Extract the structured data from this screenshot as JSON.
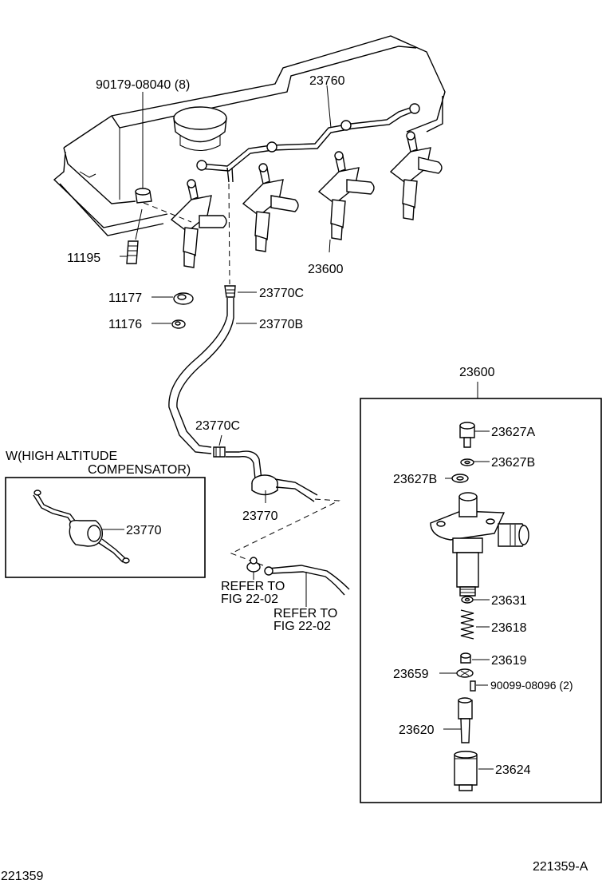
{
  "diagram": {
    "labels": {
      "bolt_8": "90179-08040 (8)",
      "pipe_23760": "23760",
      "stud_11195": "11195",
      "injector_23600": "23600",
      "gasket_11177": "11177",
      "gasket_11176": "11176",
      "clamp_23770c_top": "23770C",
      "hose_23770b": "23770B",
      "clamp_23770c_mid": "23770C",
      "compensator_23770": "23770",
      "w_line1": "W(HIGH ALTITUDE",
      "w_line2": "COMPENSATOR)",
      "w_compensator": "23770",
      "refer1_line1": "REFER TO",
      "refer1_line2": "FIG 22-02",
      "refer2_line1": "REFER TO",
      "refer2_line2": "FIG 22-02",
      "detail_title": "23600",
      "p23627a": "23627A",
      "p23627b_right": "23627B",
      "p23627b_left": "23627B",
      "p23631": "23631",
      "p23618": "23618",
      "p23619": "23619",
      "p23659": "23659",
      "p90099": "90099-08096 (2)",
      "p23620": "23620",
      "p23624": "23624",
      "code_left": "221359",
      "code_right": "221359-A"
    }
  }
}
